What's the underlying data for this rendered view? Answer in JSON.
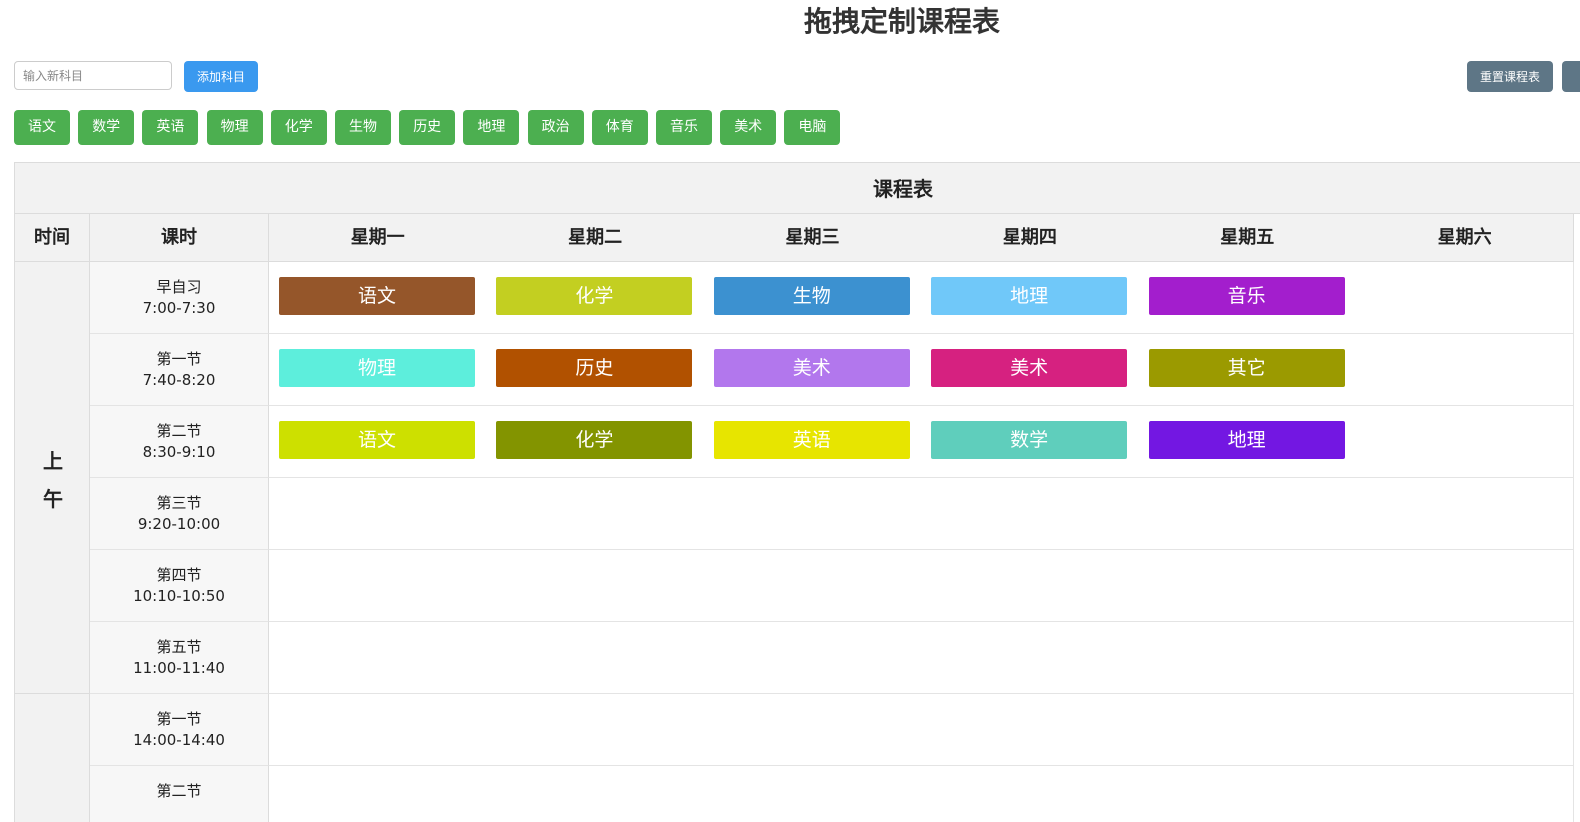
{
  "page": {
    "title": "拖拽定制课程表"
  },
  "toolbar": {
    "input_placeholder": "输入新科目",
    "input_value": "",
    "add_label": "添加科目",
    "reset_label": "重置课程表"
  },
  "palette": [
    "语文",
    "数学",
    "英语",
    "物理",
    "化学",
    "生物",
    "历史",
    "地理",
    "政治",
    "体育",
    "音乐",
    "美术",
    "电脑"
  ],
  "colors": {
    "chip": "#4caf50",
    "add_button": "#3a99ef",
    "reset_button": "#5e7686"
  },
  "schedule": {
    "caption": "课程表",
    "headers": {
      "time": "时间",
      "slot": "课时"
    },
    "days": [
      "星期一",
      "星期二",
      "星期三",
      "星期四",
      "星期五",
      "星期六"
    ],
    "periods": [
      {
        "label": "上\n午"
      },
      {
        "label": ""
      }
    ],
    "rows": [
      {
        "name": "早自习",
        "time": "7:00-7:30",
        "cells": [
          {
            "subject": "语文",
            "color": "#95562a"
          },
          {
            "subject": "化学",
            "color": "#c3cf21"
          },
          {
            "subject": "生物",
            "color": "#3c91d0"
          },
          {
            "subject": "地理",
            "color": "#70c8f9"
          },
          {
            "subject": "音乐",
            "color": "#a31ecd"
          },
          null
        ]
      },
      {
        "name": "第一节",
        "time": "7:40-8:20",
        "cells": [
          {
            "subject": "物理",
            "color": "#5deedc"
          },
          {
            "subject": "历史",
            "color": "#b15100"
          },
          {
            "subject": "美术",
            "color": "#b277ed"
          },
          {
            "subject": "美术",
            "color": "#d62180"
          },
          {
            "subject": "其它",
            "color": "#9b9a00"
          },
          null
        ]
      },
      {
        "name": "第二节",
        "time": "8:30-9:10",
        "cells": [
          {
            "subject": "语文",
            "color": "#cde000"
          },
          {
            "subject": "化学",
            "color": "#839400"
          },
          {
            "subject": "英语",
            "color": "#e7e500"
          },
          {
            "subject": "数学",
            "color": "#5fcebc"
          },
          {
            "subject": "地理",
            "color": "#7317e2"
          },
          null
        ]
      },
      {
        "name": "第三节",
        "time": "9:20-10:00",
        "cells": [
          null,
          null,
          null,
          null,
          null,
          null
        ]
      },
      {
        "name": "第四节",
        "time": "10:10-10:50",
        "cells": [
          null,
          null,
          null,
          null,
          null,
          null
        ]
      },
      {
        "name": "第五节",
        "time": "11:00-11:40",
        "cells": [
          null,
          null,
          null,
          null,
          null,
          null
        ]
      },
      {
        "name": "第一节",
        "time": "14:00-14:40",
        "cells": [
          null,
          null,
          null,
          null,
          null,
          null
        ]
      },
      {
        "name": "第二节",
        "time": "",
        "cells": [
          null,
          null,
          null,
          null,
          null,
          null
        ]
      }
    ]
  }
}
